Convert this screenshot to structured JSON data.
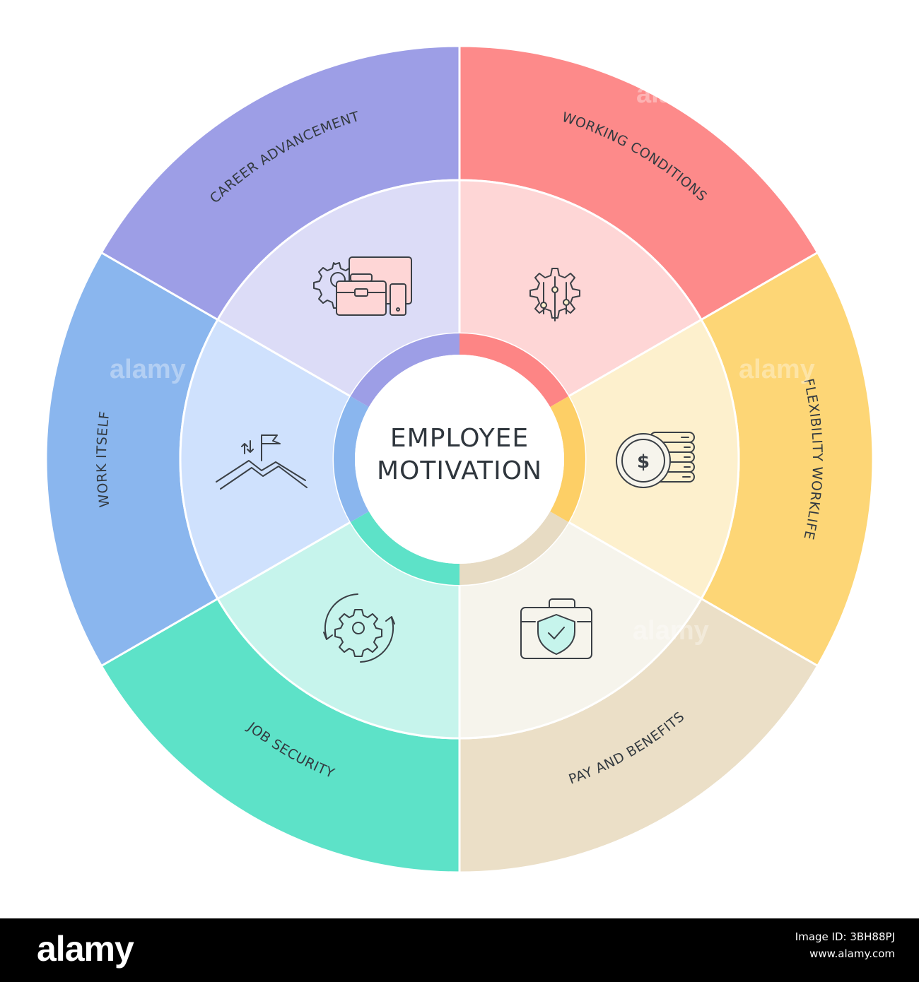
{
  "center": {
    "line1": "EMPLOYEE",
    "line2": "MOTIVATION"
  },
  "segments": [
    {
      "label": "WORKING CONDITIONS",
      "icon": "gear-briefcase-devices-icon",
      "outer_color": "#fd8a8a",
      "inner_color": "#fed6d6",
      "ring_color": "#fd8585"
    },
    {
      "label": "FLEXIBILITY WORKLIFE",
      "icon": "gear-sliders-icon",
      "outer_color": "#fdd676",
      "inner_color": "#fdf0cd",
      "ring_color": "#fdcf66"
    },
    {
      "label": "PAY AND BENEFITS",
      "icon": "coin-stack-icon",
      "outer_color": "#ebdfc7",
      "inner_color": "#f6f4ec",
      "ring_color": "#e7dbc3"
    },
    {
      "label": "JOB SECURITY",
      "icon": "shield-briefcase-icon",
      "outer_color": "#5de2c8",
      "inner_color": "#c6f4ec",
      "ring_color": "#5de2c8"
    },
    {
      "label": "WORK ITSELF",
      "icon": "gear-cycle-icon",
      "outer_color": "#8ab6ee",
      "inner_color": "#cfe1fd",
      "ring_color": "#8ab6ee"
    },
    {
      "label": "CAREER ADVANCEMENT",
      "icon": "flag-mountain-icon",
      "outer_color": "#9d9ee6",
      "inner_color": "#dcdcf7",
      "ring_color": "#9d9ee6"
    }
  ],
  "watermark": "alamy",
  "footer": {
    "logo": "alamy",
    "image_id_line": "Image ID: 3BH88PJ",
    "site": "www.alamy.com"
  }
}
